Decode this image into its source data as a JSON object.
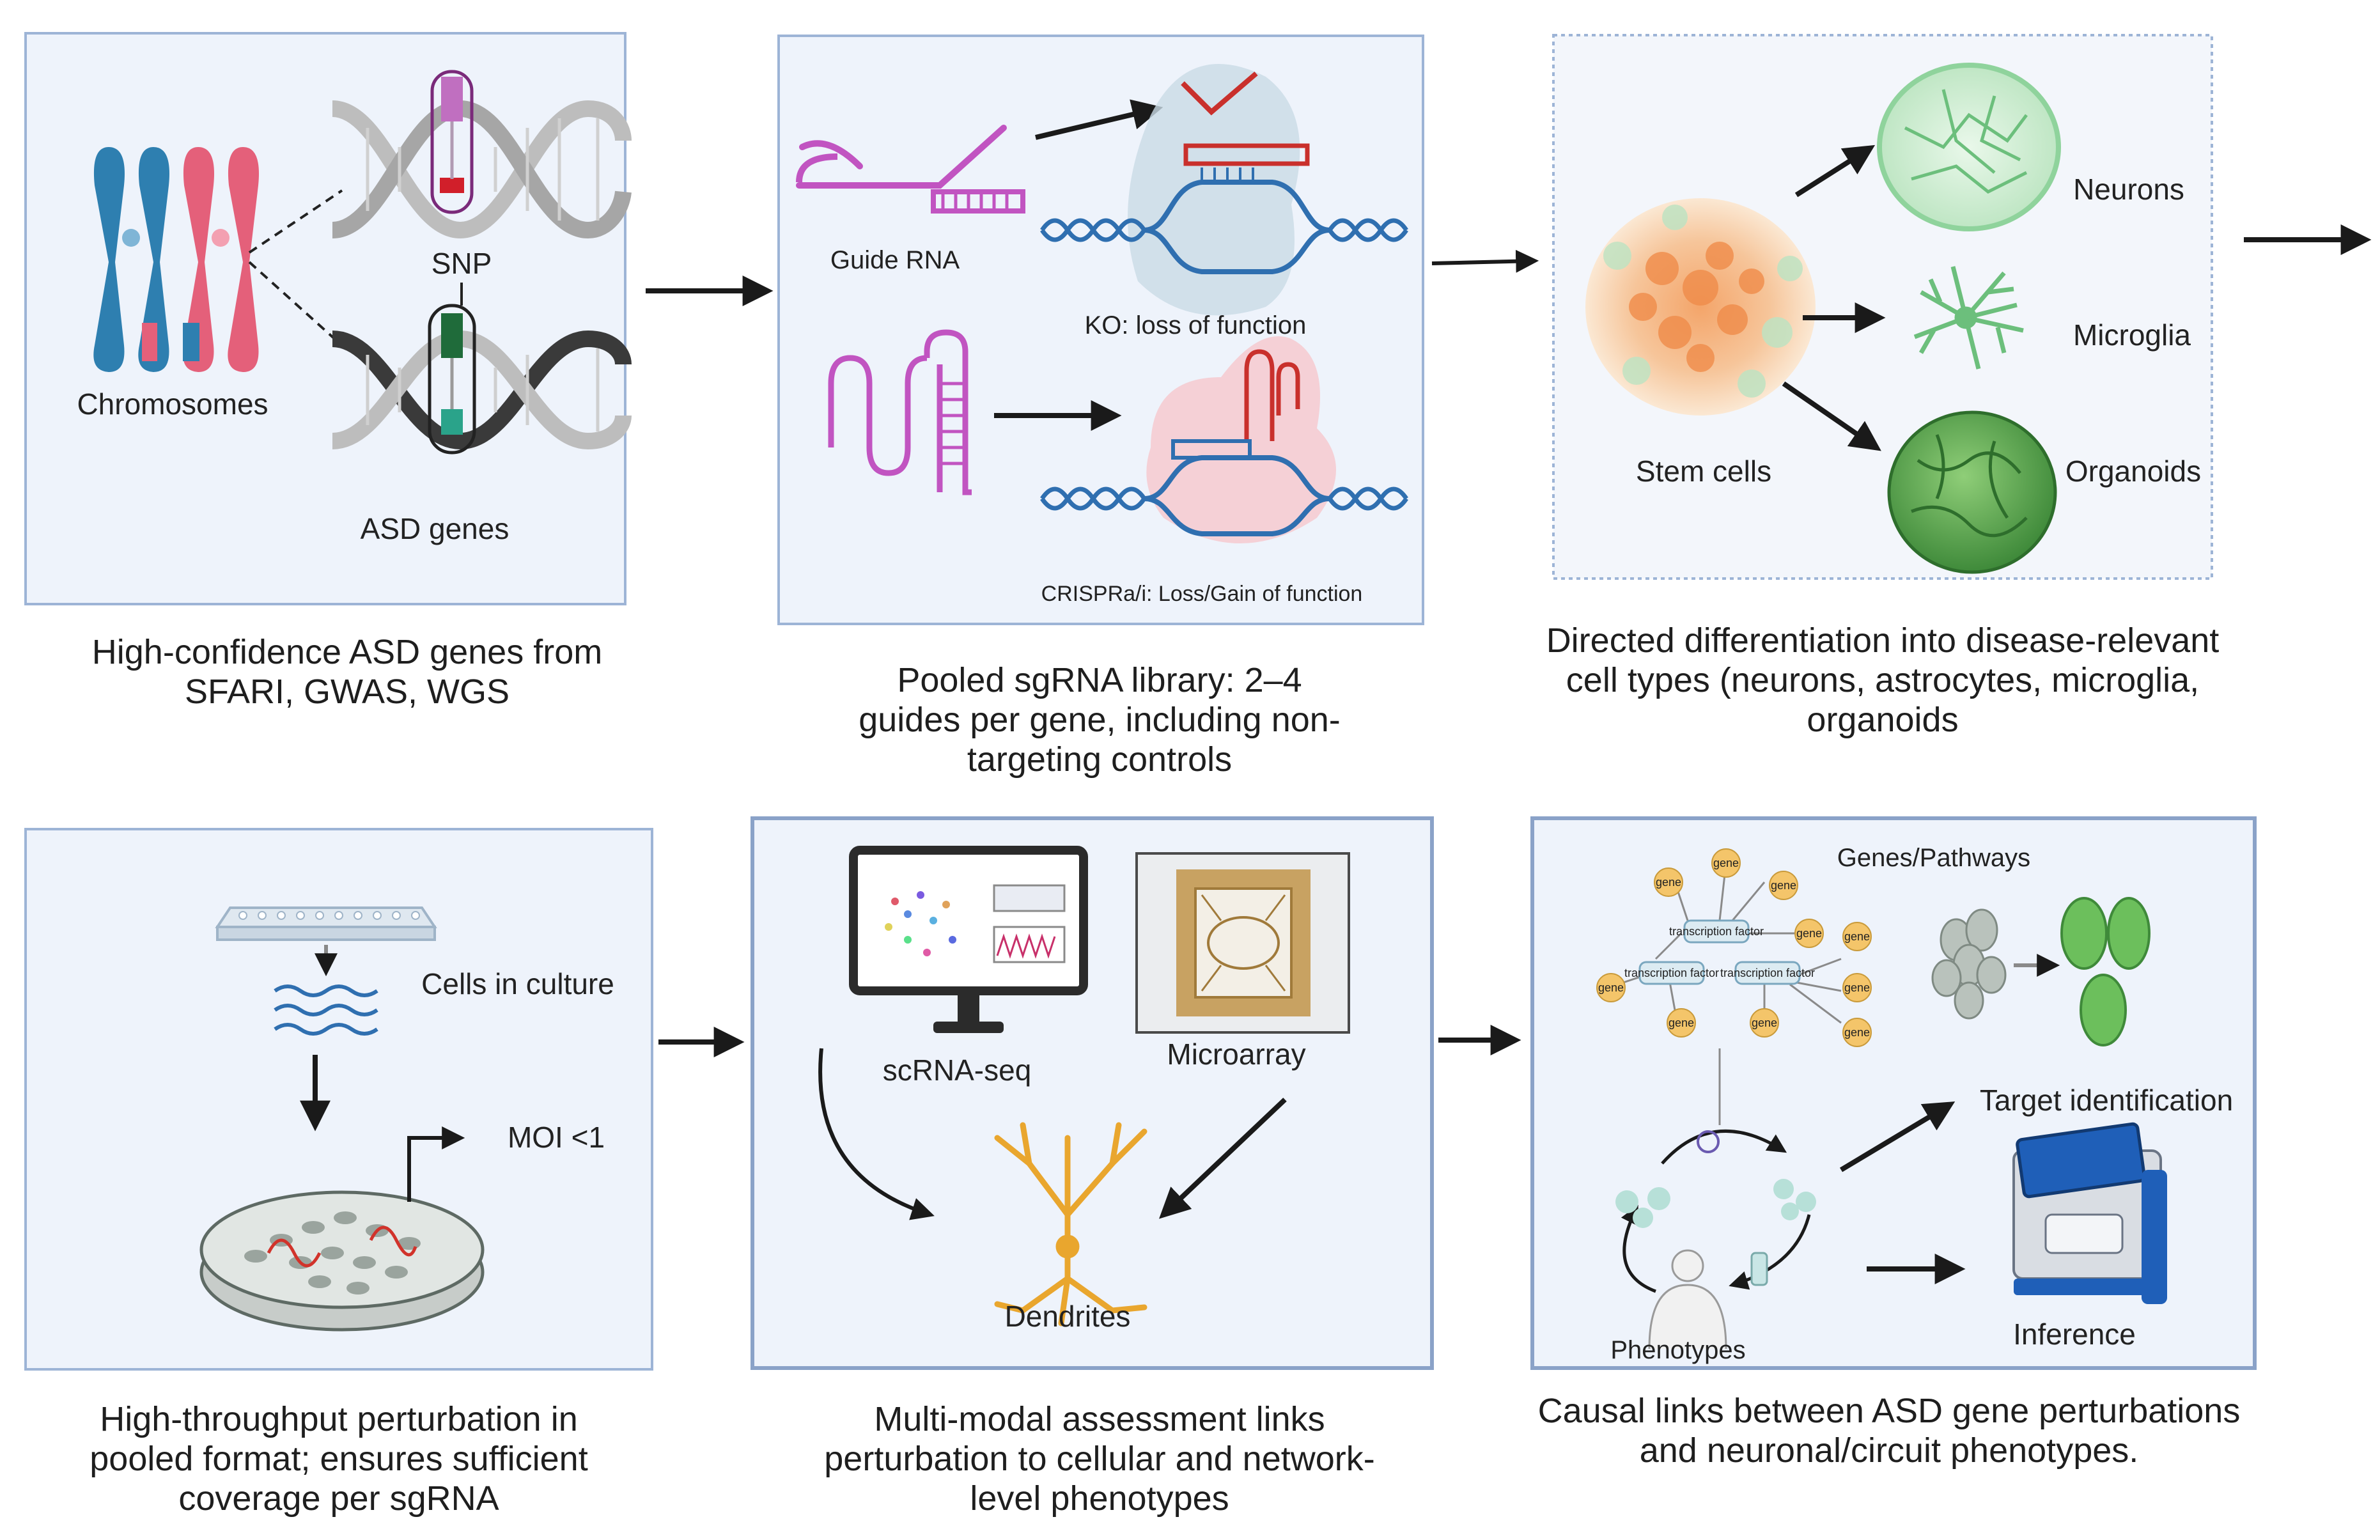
{
  "colors": {
    "panel_fill": "#eef3fb",
    "panel_stroke": "#9db4d6",
    "panel_stroke_dark": "#8aa2c8",
    "chromosome_blue": "#2e7fb0",
    "chromosome_pink": "#e4607a",
    "guide_rna": "#c154c1",
    "dna_blue": "#2f6fb0",
    "ko_red": "#c9302c",
    "neuron_green": "#7fcf8f",
    "organoid_green": "#5aa04e",
    "dendrite_gold": "#e9a62e",
    "gene_node": "#f4c56a",
    "arrow": "#1a1a1a"
  },
  "icons": [
    "chromosome-icon",
    "dna-helix-icon",
    "guide-rna-icon",
    "hairpin-rna-icon",
    "stem-cell-cluster-icon",
    "neuron-culture-icon",
    "microglia-icon",
    "organoid-icon",
    "well-plate-icon",
    "petri-dish-icon",
    "monitor-icon",
    "microarray-chip-icon",
    "dendrite-icon",
    "gene-network-icon",
    "inference-machine-icon",
    "patient-icon"
  ],
  "panel1": {
    "chromosomes_label": "Chromosomes",
    "snp_label": "SNP",
    "asd_genes_label": "ASD genes",
    "caption_lines": [
      "High-confidence ASD genes from",
      "SFARI, GWAS, WGS"
    ]
  },
  "panel2": {
    "guide_rna_label": "Guide RNA",
    "ko_label": "KO: loss of function",
    "crispr_label": "CRISPRa/i: Loss/Gain of function",
    "caption_lines": [
      "Pooled sgRNA library: 2–4",
      "guides per gene, including non-",
      "targeting controls"
    ]
  },
  "panel3": {
    "neurons_label": "Neurons",
    "microglia_label": "Microglia",
    "organoids_label": "Organoids",
    "stem_cells_label": "Stem cells",
    "caption_lines": [
      "Directed differentiation into disease-relevant",
      "cell types (neurons, astrocytes, microglia,",
      "organoids"
    ]
  },
  "panel4": {
    "cells_label": "Cells in culture",
    "moi_label": "MOI <1",
    "caption_lines": [
      "High-throughput perturbation in",
      "pooled format; ensures sufficient",
      "coverage per sgRNA"
    ]
  },
  "panel5": {
    "scrna_label": "scRNA-seq",
    "microarray_label": "Microarray",
    "dendrites_label": "Dendrites",
    "caption_lines": [
      "Multi-modal assessment links",
      "perturbation to cellular and network-",
      "level phenotypes"
    ]
  },
  "panel6": {
    "genes_pathways_label": "Genes/Pathways",
    "target_label": "Target identification",
    "phenotypes_label": "Phenotypes",
    "inference_label": "Inference",
    "gene_node_label": "gene",
    "tf_label": "transcription factor",
    "caption_lines": [
      "Causal links between ASD gene perturbations",
      "and neuronal/circuit phenotypes."
    ]
  }
}
